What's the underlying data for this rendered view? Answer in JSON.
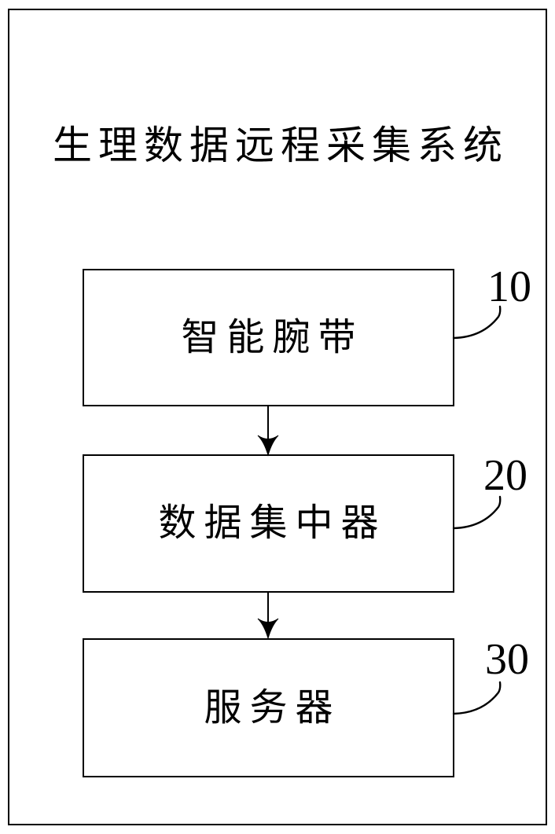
{
  "figure": {
    "title": "生理数据远程采集系统",
    "nodes": [
      {
        "id": "smart-wristband",
        "label": "智能腕带",
        "ref": "10"
      },
      {
        "id": "data-concentrator",
        "label": "数据集中器",
        "ref": "20"
      },
      {
        "id": "server",
        "label": "服务器",
        "ref": "30"
      }
    ],
    "connectors": [
      {
        "from": "smart-wristband",
        "to": "data-concentrator",
        "type": "arrow-down"
      },
      {
        "from": "data-concentrator",
        "to": "server",
        "type": "arrow-down"
      }
    ],
    "colors": {
      "ink": "#000000",
      "background": "#ffffff"
    }
  }
}
